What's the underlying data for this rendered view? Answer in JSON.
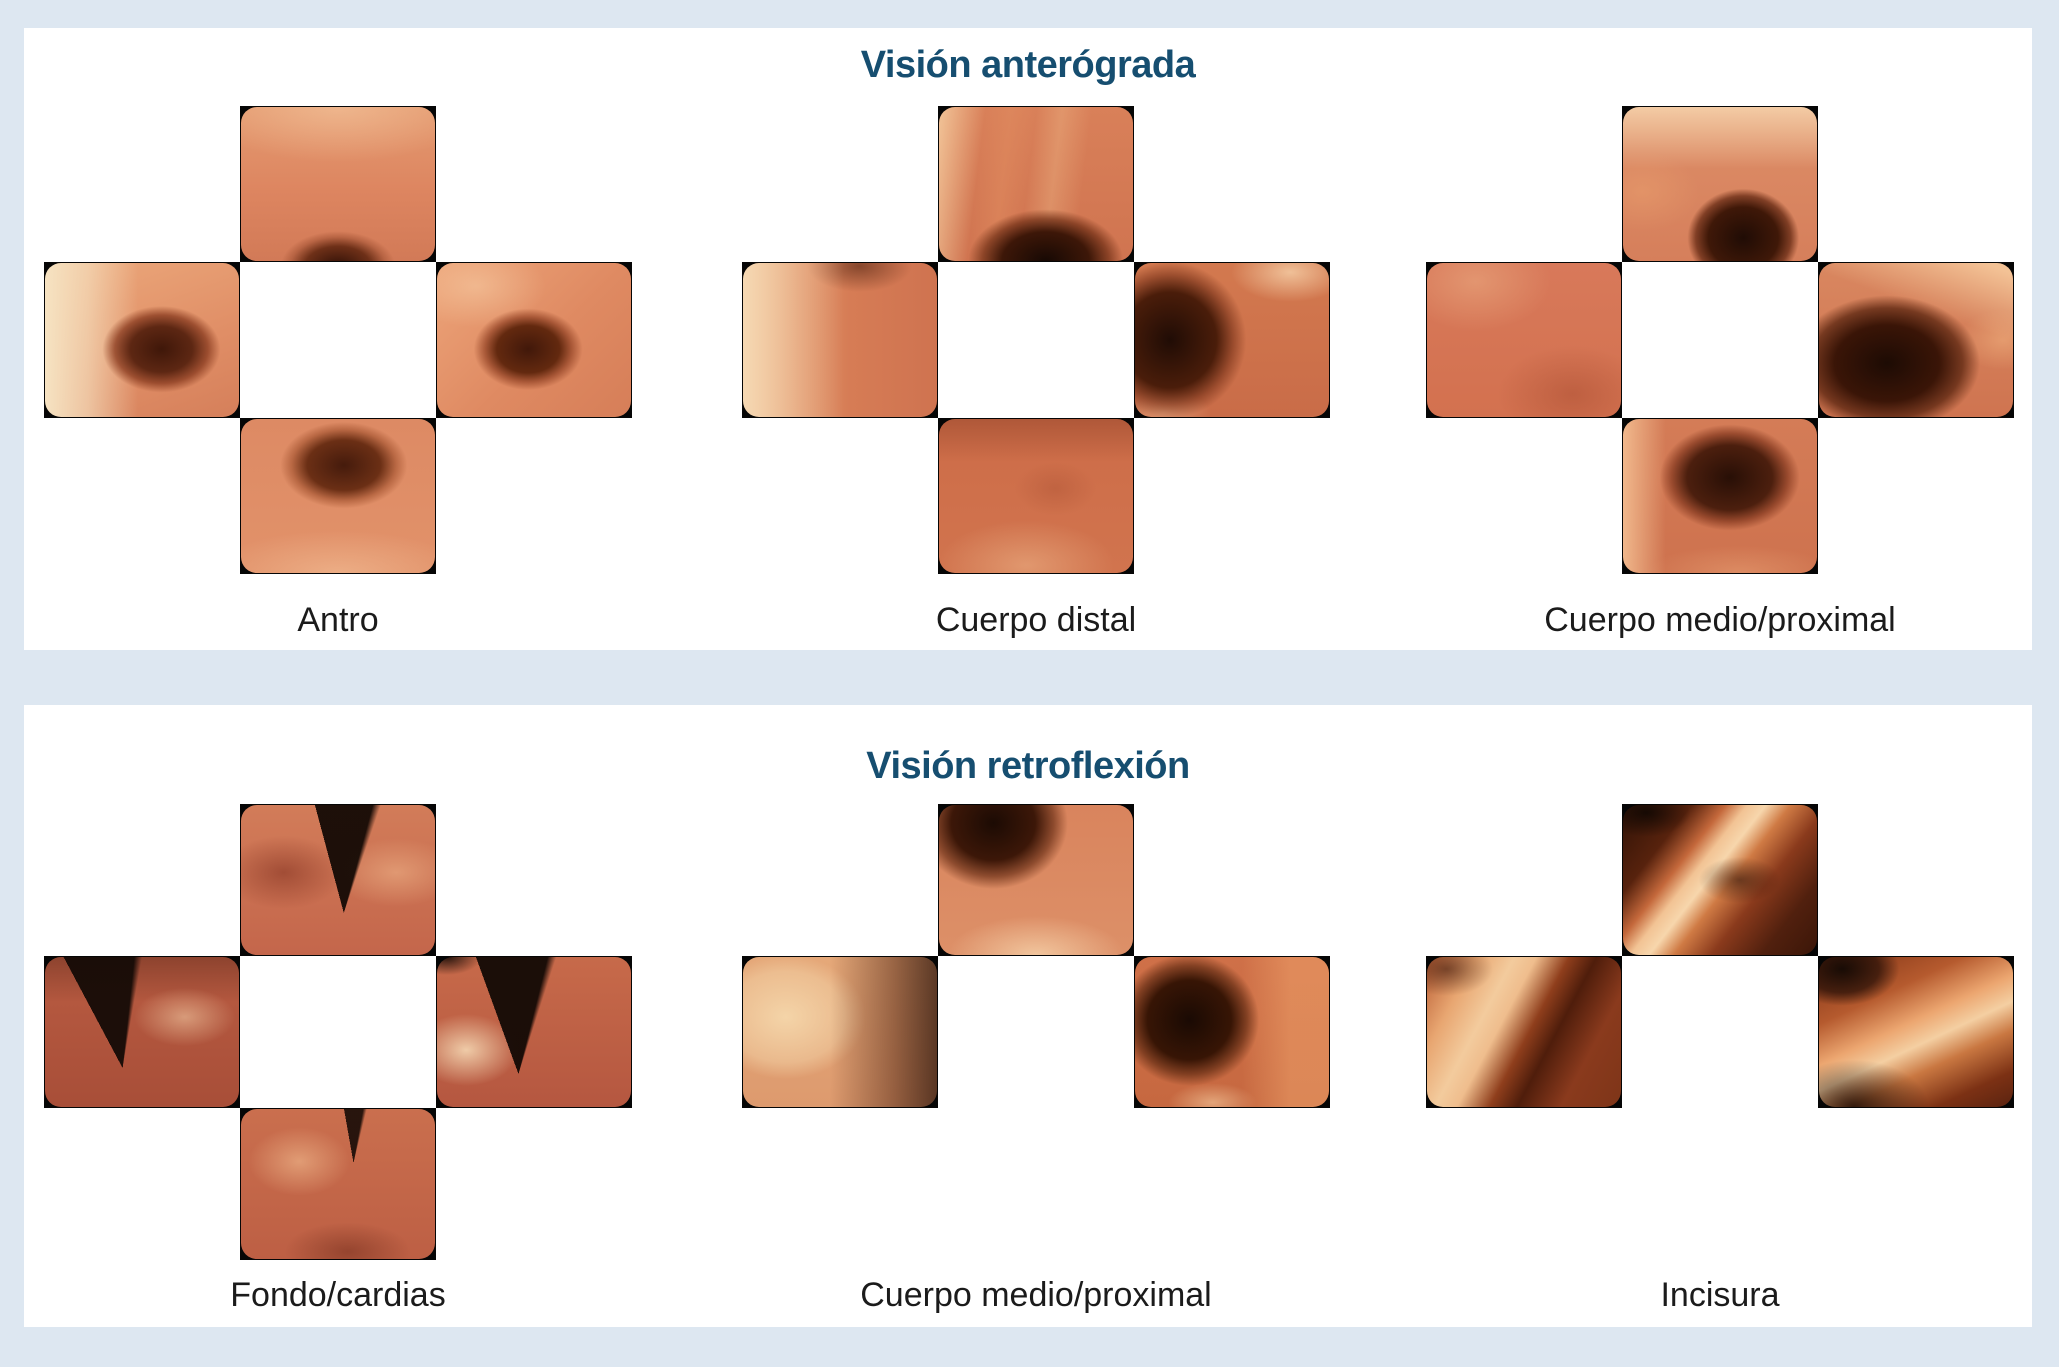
{
  "figure": {
    "background_color": "#dde7f1",
    "panel_color": "#ffffff",
    "title_color": "#164e70",
    "label_color": "#1b1b1b"
  },
  "panels": [
    {
      "title": "Visión anterógrada",
      "groups": [
        {
          "label": "Antro",
          "tiles": [
            {
              "pos": "top",
              "variant": "a1t",
              "name": "antro-superior-view"
            },
            {
              "pos": "left",
              "variant": "a1l",
              "name": "antro-left-view"
            },
            {
              "pos": "right",
              "variant": "a1r",
              "name": "antro-right-view"
            },
            {
              "pos": "bottom",
              "variant": "a1b",
              "name": "antro-inferior-view"
            }
          ]
        },
        {
          "label": "Cuerpo distal",
          "tiles": [
            {
              "pos": "top",
              "variant": "a2t",
              "name": "cuerpo-distal-superior-view"
            },
            {
              "pos": "left",
              "variant": "a2l",
              "name": "cuerpo-distal-left-view"
            },
            {
              "pos": "right",
              "variant": "a2r",
              "name": "cuerpo-distal-right-view"
            },
            {
              "pos": "bottom",
              "variant": "a2b",
              "name": "cuerpo-distal-inferior-view"
            }
          ]
        },
        {
          "label": "Cuerpo medio/proximal",
          "tiles": [
            {
              "pos": "top",
              "variant": "a3t",
              "name": "cuerpo-medio-proximal-superior-view"
            },
            {
              "pos": "left",
              "variant": "a3l",
              "name": "cuerpo-medio-proximal-left-view"
            },
            {
              "pos": "right",
              "variant": "a3r",
              "name": "cuerpo-medio-proximal-right-view"
            },
            {
              "pos": "bottom",
              "variant": "a3b",
              "name": "cuerpo-medio-proximal-inferior-view"
            }
          ]
        }
      ]
    },
    {
      "title": "Visión retroflexión",
      "groups": [
        {
          "label": "Fondo/cardias",
          "tiles": [
            {
              "pos": "top",
              "variant": "r1t",
              "name": "fondo-cardias-superior-view"
            },
            {
              "pos": "left",
              "variant": "r1l",
              "name": "fondo-cardias-left-view"
            },
            {
              "pos": "right",
              "variant": "r1r",
              "name": "fondo-cardias-right-view"
            },
            {
              "pos": "bottom",
              "variant": "r1b",
              "name": "fondo-cardias-inferior-view"
            }
          ]
        },
        {
          "label": "Cuerpo medio/proximal",
          "tiles": [
            {
              "pos": "top",
              "variant": "r2t",
              "name": "retro-cuerpo-medio-proximal-superior-view"
            },
            {
              "pos": "left",
              "variant": "r2l",
              "name": "retro-cuerpo-medio-proximal-left-view"
            },
            {
              "pos": "right",
              "variant": "r2r",
              "name": "retro-cuerpo-medio-proximal-right-view"
            }
          ]
        },
        {
          "label": "Incisura",
          "tiles": [
            {
              "pos": "top",
              "variant": "r3t",
              "name": "incisura-superior-view"
            },
            {
              "pos": "left",
              "variant": "r3l",
              "name": "incisura-left-view"
            },
            {
              "pos": "right",
              "variant": "r3r",
              "name": "incisura-right-view"
            }
          ]
        }
      ]
    }
  ]
}
